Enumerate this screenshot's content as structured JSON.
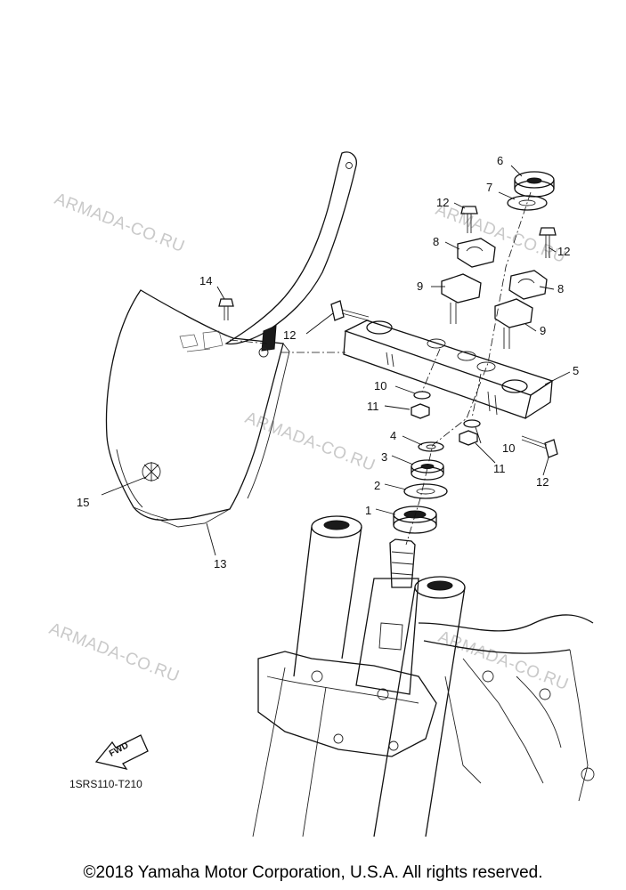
{
  "watermark": "ARMADA-CO.RU",
  "callouts": {
    "c1": "1",
    "c2": "2",
    "c3": "3",
    "c4": "4",
    "c5": "5",
    "c6": "6",
    "c7": "7",
    "c8a": "8",
    "c8b": "8",
    "c9a": "9",
    "c9b": "9",
    "c10a": "10",
    "c10b": "10",
    "c11a": "11",
    "c11b": "11",
    "c12a": "12",
    "c12b": "12",
    "c12c": "12",
    "c12d": "12",
    "c13": "13",
    "c14": "14",
    "c15": "15"
  },
  "fwd_label": "FWD",
  "drawing_code": "1SRS110-T210",
  "copyright": "©2018 Yamaha Motor Corporation, U.S.A. All rights reserved."
}
